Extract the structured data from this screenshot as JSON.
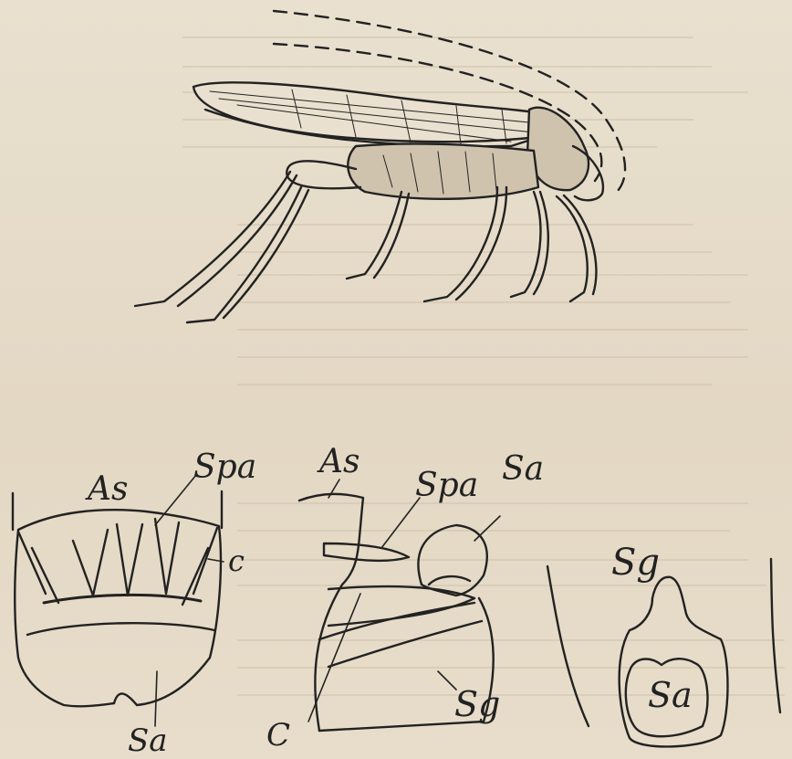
{
  "figure": {
    "insect": "grasshopper-side-view",
    "colors": {
      "ink": "#222222",
      "paper": "#e6dccb",
      "faint_text": "#cfc2ab"
    }
  },
  "labels": {
    "fig1": {
      "as": "As",
      "spa": "Spa",
      "c": "c",
      "sa": "Sa"
    },
    "fig2": {
      "as": "As",
      "spa": "Spa",
      "sa": "Sa",
      "c": "C",
      "sg": "Sg"
    },
    "fig3": {
      "sg": "Sg",
      "sa": "Sa"
    }
  }
}
